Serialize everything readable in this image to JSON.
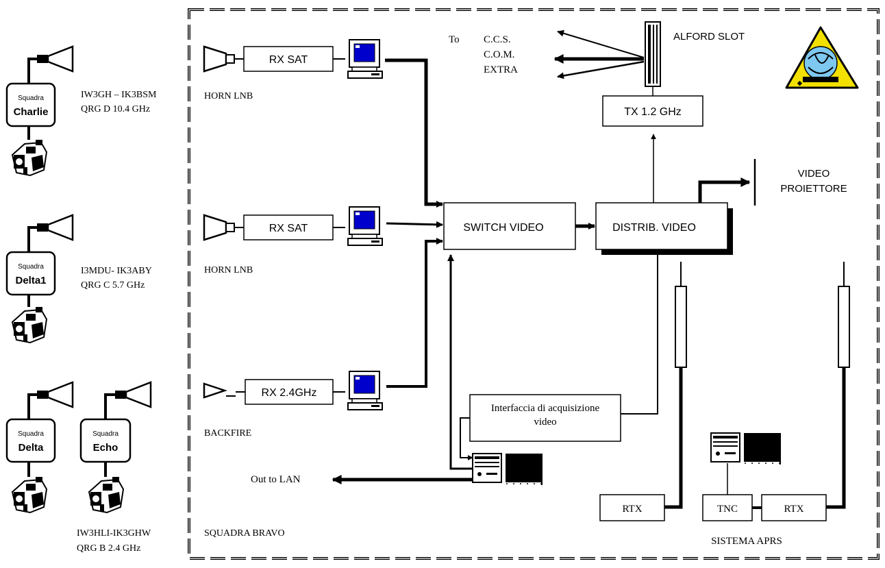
{
  "squadre": [
    {
      "prefix": "Squadra",
      "name": "Charlie",
      "info": [
        "IW3GH – IK3BSM",
        "QRG D 10.4 GHz"
      ]
    },
    {
      "prefix": "Squadra",
      "name": "Delta1",
      "info": [
        "I3MDU- IK3ABY",
        "QRG C  5.7 GHz"
      ]
    },
    {
      "prefix": "Squadra",
      "name": "Delta"
    },
    {
      "prefix": "Squadra",
      "name": "Echo",
      "info": [
        "IW3HLI-IK3GHW",
        "QRG B 2.4 GHz"
      ]
    }
  ],
  "receivers": [
    {
      "label": "RX SAT",
      "antenna": "HORN LNB"
    },
    {
      "label": "RX SAT",
      "antenna": "HORN LNB"
    },
    {
      "label": "RX 2.4GHz",
      "antenna": "BACKFIRE"
    }
  ],
  "blocks": {
    "switch": "SWITCH VIDEO",
    "distrib": "DISTRIB. VIDEO",
    "tx": "TX 1.2 GHz",
    "acq": [
      "Interfaccia di acquisizione",
      "video"
    ],
    "rtx1": "RTX",
    "tnc": "TNC",
    "rtx2": "RTX"
  },
  "labels": {
    "alford": "ALFORD SLOT",
    "to": "To",
    "destinations": [
      "C.C.S.",
      "C.O.M.",
      "EXTRA"
    ],
    "video_proiettore": [
      "VIDEO",
      "PROIETTORE"
    ],
    "out_lan": "Out to LAN",
    "squadra_bravo": "SQUADRA BRAVO",
    "sistema_aprs": "SISTEMA APRS"
  },
  "colors": {
    "line": "#000000",
    "screen": "#0000cc",
    "logo": "#f2e000",
    "logo_disc": "#7ec8f0"
  }
}
